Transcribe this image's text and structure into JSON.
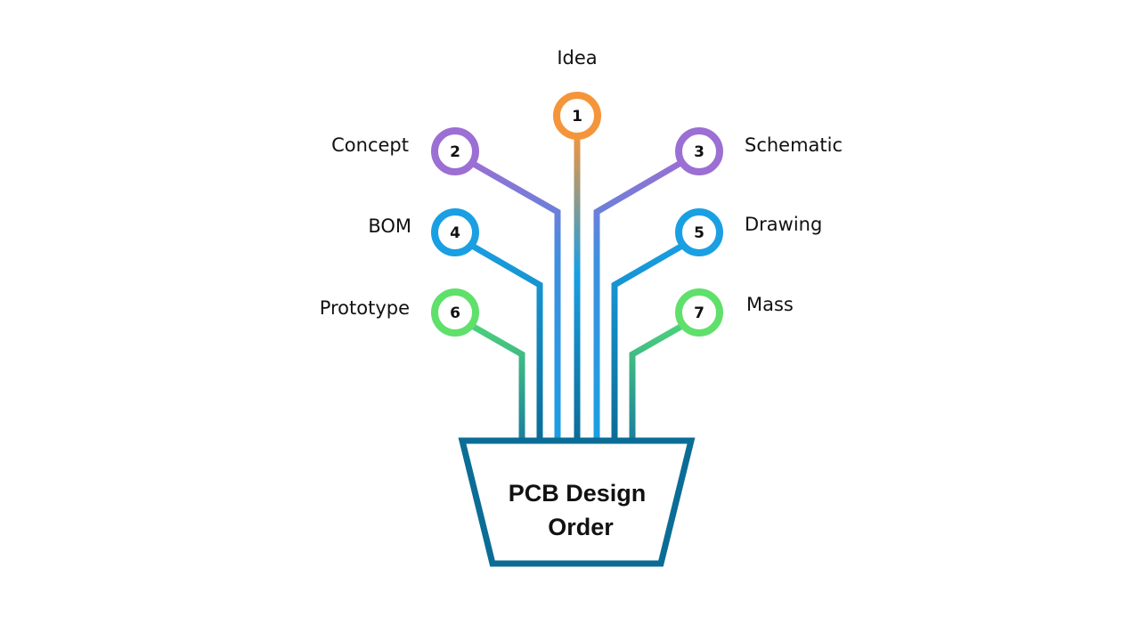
{
  "diagram": {
    "pot": {
      "title_line1": "PCB Design",
      "title_line2": "Order",
      "stroke": "#0b6d96"
    },
    "steps": [
      {
        "num": "1",
        "label": "Idea",
        "color": "#f5953a"
      },
      {
        "num": "2",
        "label": "Concept",
        "color": "#9b6fd3"
      },
      {
        "num": "3",
        "label": "Schematic",
        "color": "#9b6fd3"
      },
      {
        "num": "4",
        "label": "BOM",
        "color": "#1a9fe3"
      },
      {
        "num": "5",
        "label": "Drawing",
        "color": "#1a9fe3"
      },
      {
        "num": "6",
        "label": "Prototype",
        "color": "#5fe06b"
      },
      {
        "num": "7",
        "label": "Mass",
        "color": "#5fe06b"
      }
    ],
    "stem_colors": {
      "dark_blue": "#0b6d96",
      "mid_blue": "#1a9fe3",
      "teal": "#1f8ea0"
    }
  }
}
